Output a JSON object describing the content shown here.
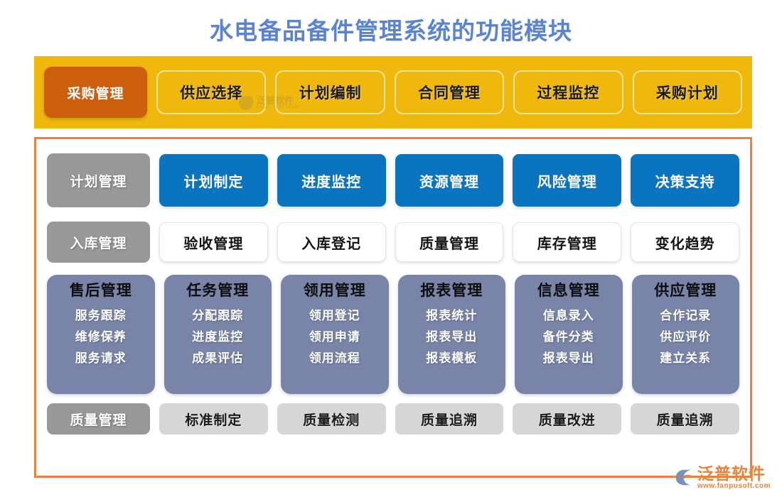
{
  "page": {
    "title": "水电备品备件管理系统的功能模块",
    "title_color": "#5B84D0"
  },
  "colors": {
    "yellow_bar": "#F0B70C",
    "primary_chip": "#CC5F0D",
    "panel_border": "#E8833A",
    "blue": "#0B74C0",
    "gray_label": "#989898",
    "gray_cell": "#D6D6D6",
    "slate_card": "#7985A8"
  },
  "purchase_bar": {
    "label": "采购管理",
    "items": [
      {
        "label": "供应选择"
      },
      {
        "label": "计划编制"
      },
      {
        "label": "合同管理"
      },
      {
        "label": "过程监控"
      },
      {
        "label": "采购计划"
      }
    ]
  },
  "rows": {
    "plan": {
      "label": "计划管理",
      "items": [
        {
          "label": "计划制定"
        },
        {
          "label": "进度监控"
        },
        {
          "label": "资源管理"
        },
        {
          "label": "风险管理"
        },
        {
          "label": "决策支持"
        }
      ]
    },
    "inbound": {
      "label": "入库管理",
      "items": [
        {
          "label": "验收管理"
        },
        {
          "label": "入库登记"
        },
        {
          "label": "质量管理"
        },
        {
          "label": "库存管理"
        },
        {
          "label": "变化趋势"
        }
      ]
    },
    "quality": {
      "label": "质量管理",
      "items": [
        {
          "label": "标准制定"
        },
        {
          "label": "质量检测"
        },
        {
          "label": "质量追溯"
        },
        {
          "label": "质量改进"
        },
        {
          "label": "质量追溯"
        }
      ]
    }
  },
  "cards": [
    {
      "title": "售后管理",
      "items": [
        "服务跟踪",
        "维修保养",
        "服务请求"
      ]
    },
    {
      "title": "任务管理",
      "items": [
        "分配跟踪",
        "进度监控",
        "成果评估"
      ]
    },
    {
      "title": "领用管理",
      "items": [
        "领用登记",
        "领用申请",
        "领用流程"
      ]
    },
    {
      "title": "报表管理",
      "items": [
        "报表统计",
        "报表导出",
        "报表模板"
      ]
    },
    {
      "title": "信息管理",
      "items": [
        "信息录入",
        "备件分类",
        "报表导出"
      ]
    },
    {
      "title": "供应管理",
      "items": [
        "合作记录",
        "供应评价",
        "建立关系"
      ]
    }
  ],
  "branding": {
    "logo_name": "泛普软件",
    "logo_url": "www.fanpusoft.com",
    "watermark_cn": "泛普软件",
    "watermark_en": "FANPU SOFTWARE"
  }
}
